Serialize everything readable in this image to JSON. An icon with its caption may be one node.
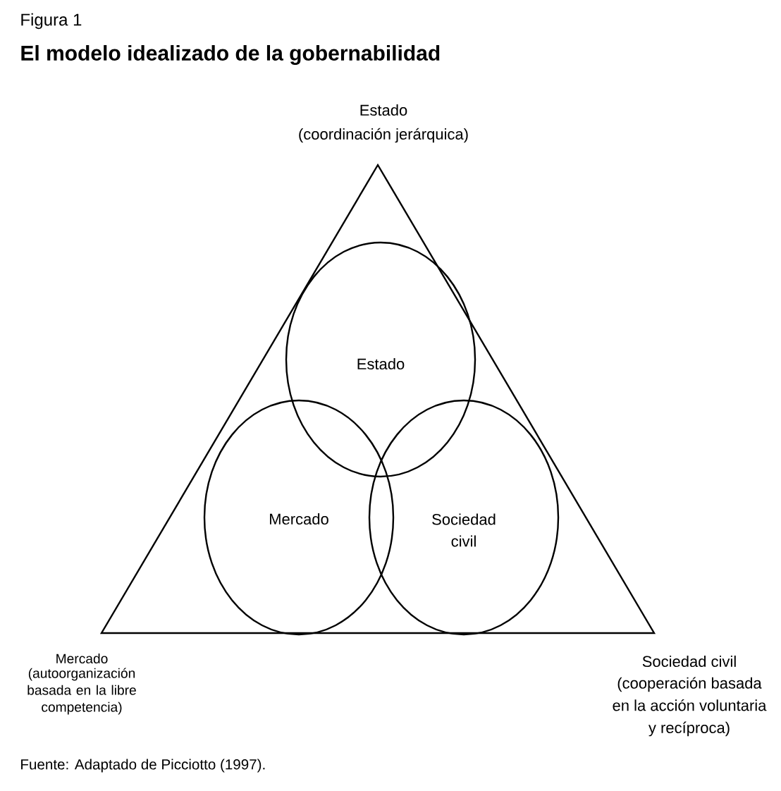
{
  "diagram": {
    "title": "El modelo idealizado de la gobernabilidad",
    "caption": "Fuente: Adaptado de Picciotto (1997).",
    "nodes": [
      {
        "text": [],
        "shape": "triangle",
        "beside": [
          "Estado",
          "(coordinación jerárquica)",
          "Mercado",
          "(autoorganización basada en la libre competencia)",
          "Sociedad civil",
          "(cooperación basada en la acción voluntaria y recíproca)"
        ]
      },
      {
        "text": [
          "Estado"
        ],
        "in": 0
      },
      {
        "text": [
          "Mercado"
        ],
        "in": 0
      },
      {
        "text": [
          "Sociedad civil"
        ],
        "in": 0
      }
    ],
    "labels": [
      "Figura 1"
    ]
  }
}
